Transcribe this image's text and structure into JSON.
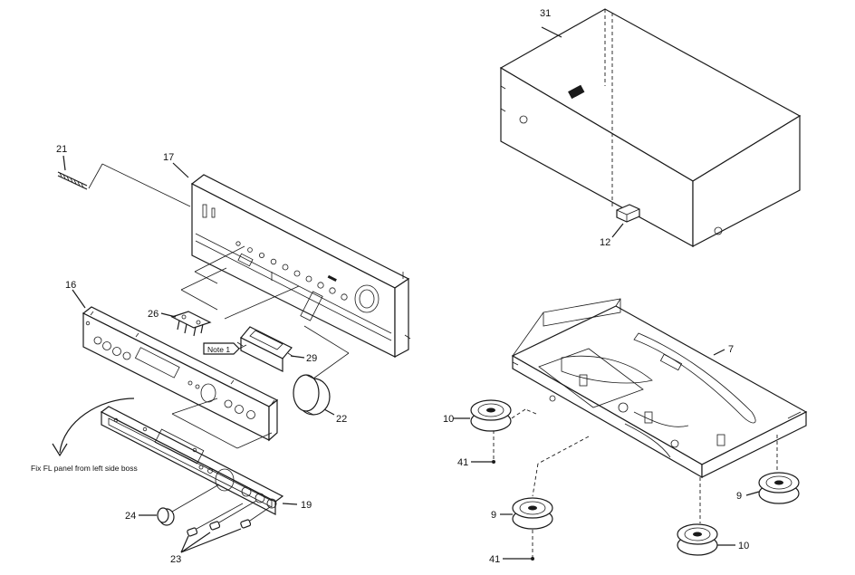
{
  "labels": {
    "p31": "31",
    "p12": "12",
    "p21": "21",
    "p17": "17",
    "p16": "16",
    "p26": "26",
    "p29": "29",
    "p22": "22",
    "p19": "19",
    "p24": "24",
    "p23": "23",
    "p7": "7",
    "p10a": "10",
    "p10b": "10",
    "p9a": "9",
    "p9b": "9",
    "p41a": "41",
    "p41b": "41"
  },
  "notes": {
    "note1": "Note 1",
    "fl_panel": "Fix FL panel from left side boss"
  }
}
